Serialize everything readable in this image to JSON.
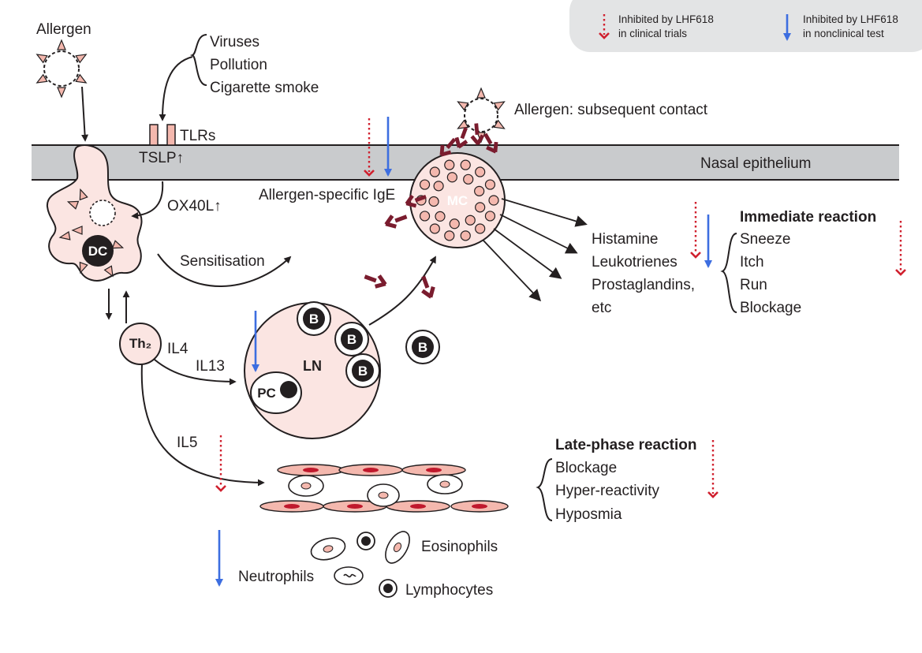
{
  "legend": {
    "clinical_line1": "Inhibited by LHF618",
    "clinical_line2": "in clinical trials",
    "nonclinical_line1": "Inhibited by LHF618",
    "nonclinical_line2": "in nonclinical test",
    "clinical_color": "#d0202e",
    "nonclinical_color": "#3d6ee0"
  },
  "labels": {
    "allergen": "Allergen",
    "viruses": "Viruses",
    "pollution": "Pollution",
    "smoke": "Cigarette smoke",
    "tlrs": "TLRs",
    "tslp": "TSLP↑",
    "ox40l": "OX40L↑",
    "allergen_subsequent": "Allergen: subsequent contact",
    "nasal_epithelium": "Nasal epithelium",
    "ige": "Allergen-specific IgE",
    "sensitisation": "Sensitisation",
    "il4": "IL4",
    "il13": "IL13",
    "il5": "IL5",
    "ln": "LN",
    "eosinophils": "Eosinophils",
    "neutrophils": "Neutrophils",
    "lymphocytes": "Lymphocytes"
  },
  "cells": {
    "dc": "DC",
    "mc": "MC",
    "th2": "Th₂",
    "b": "B",
    "pc": "PC"
  },
  "mediators": [
    "Histamine",
    "Leukotrienes",
    "Prostaglandins,",
    "etc"
  ],
  "immediate": {
    "title": "Immediate reaction",
    "items": [
      "Sneeze",
      "Itch",
      "Run",
      "Blockage"
    ]
  },
  "late": {
    "title": "Late-phase reaction",
    "items": [
      "Blockage",
      "Hyper-reactivity",
      "Hyposmia"
    ]
  },
  "colors": {
    "epithelium": "#c9cbcd",
    "cell_fill": "#fbe5e2",
    "granule": "#f4b8ae",
    "antibody": "#7a1c2e",
    "nucleus": "#231f20",
    "rbc_core": "#c0182c"
  }
}
